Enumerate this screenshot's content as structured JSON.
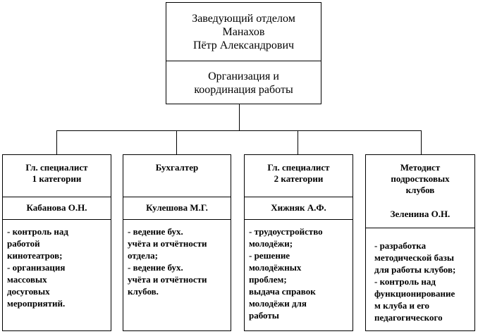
{
  "head": {
    "lines": [
      "Заведующий отделом",
      "Манахов",
      "Пётр Александрович"
    ],
    "function_lines": [
      "Организация и",
      "координация работы"
    ]
  },
  "columns": [
    {
      "title_lines": [
        "Гл. специалист",
        "1 категории"
      ],
      "person": "Кабанова О.Н.",
      "duty_lines": [
        "- контроль над",
        "работой",
        "кинотеатров;",
        "- организация",
        "массовых",
        "досуговых",
        "мероприятий."
      ]
    },
    {
      "title_lines": [
        "Бухгалтер"
      ],
      "person": "Кулешова М.Г.",
      "duty_lines": [
        "- ведение бух.",
        "учёта и отчётности",
        "отдела;",
        "- ведение бух.",
        "учёта и отчётности",
        "клубов."
      ]
    },
    {
      "title_lines": [
        "Гл. специалист",
        "2 категории"
      ],
      "person": "Хижняк А.Ф.",
      "duty_lines": [
        "- трудоустройство",
        "молодёжи;",
        "- решение",
        "молодёжных",
        "проблем;",
        "выдача справок",
        "молодёжи для",
        "работы"
      ]
    },
    {
      "title_lines": [
        "Методист",
        "подростковых",
        "клубов"
      ],
      "person": "Зеленина О.Н.",
      "duty_lines": [
        "- разработка",
        "методической базы",
        "для работы клубов;",
        "- контроль над",
        "функционирование",
        "м клуба и его",
        "педагогического"
      ]
    }
  ]
}
